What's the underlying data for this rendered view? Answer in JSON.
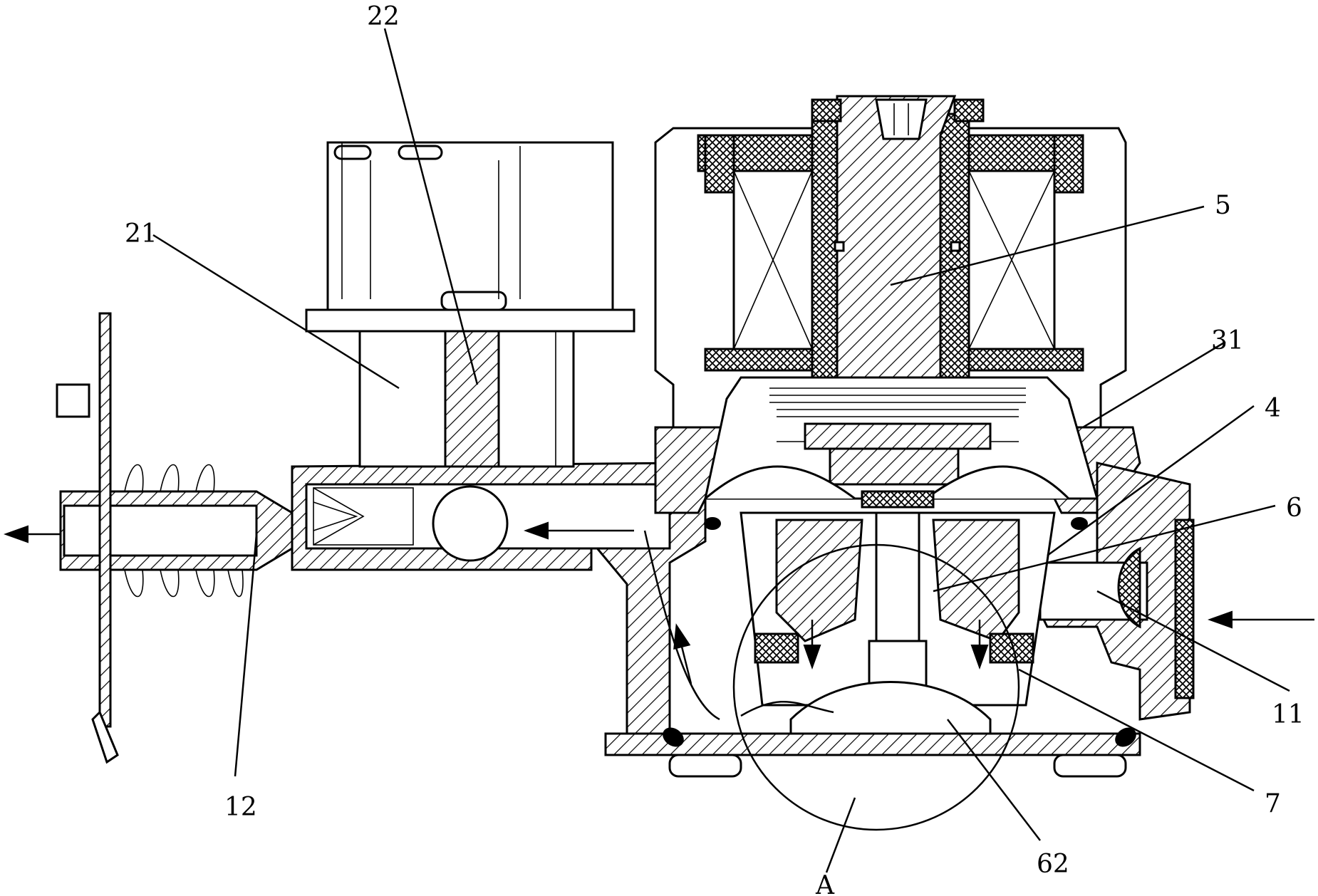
{
  "diagram": {
    "labels": {
      "l22": "22",
      "l21": "21",
      "l5": "5",
      "l31": "31",
      "l4": "4",
      "l6": "6",
      "l11": "11",
      "l12": "12",
      "l7": "7",
      "l62": "62",
      "lA": "A"
    }
  }
}
